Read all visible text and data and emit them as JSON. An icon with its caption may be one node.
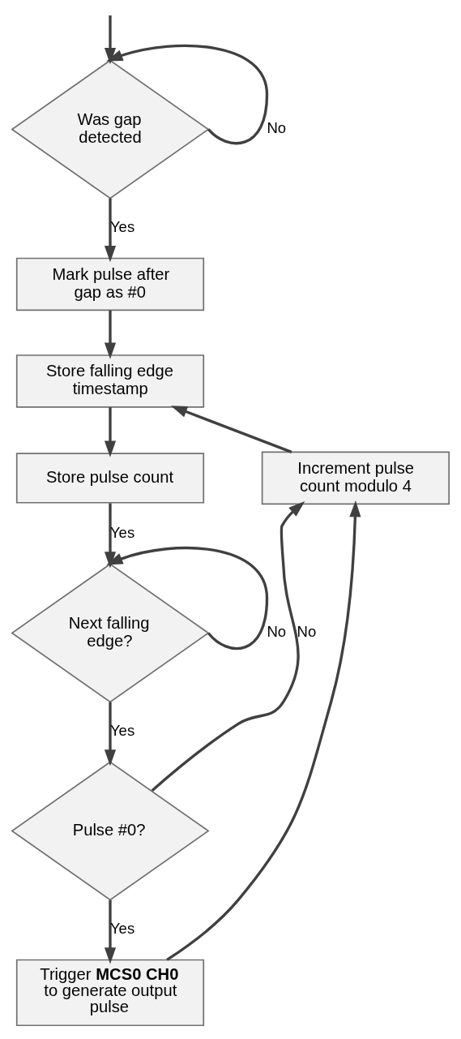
{
  "diagram": {
    "nodes": [
      {
        "text": [
          "Was gap detected"
        ]
      },
      {
        "text": [
          "Mark pulse after gap as #0"
        ]
      },
      {
        "text": [
          "Store falling edge timestamp"
        ]
      },
      {
        "text": [
          "Store pulse count"
        ]
      },
      {
        "text": [
          "Next falling edge?"
        ]
      },
      {
        "text": [
          "Pulse #0?"
        ]
      },
      {
        "text": [
          "Trigger **MCS0 CH0** to generate output pulse"
        ]
      },
      {
        "text": [
          "Increment pulse count modulo 4"
        ]
      }
    ],
    "edges": [
      {
        "from": null,
        "to": 0,
        "arrow": "to"
      },
      {
        "from": 0,
        "to": 0,
        "arrow": "to",
        "label": "No"
      },
      {
        "from": 0,
        "to": 1,
        "arrow": "to",
        "label": "Yes"
      },
      {
        "from": 1,
        "to": 2,
        "arrow": "to"
      },
      {
        "from": 2,
        "to": 3,
        "arrow": "to"
      },
      {
        "from": 3,
        "to": 4,
        "arrow": "to",
        "label": "Yes"
      },
      {
        "from": 4,
        "to": 4,
        "arrow": "to",
        "label": "No"
      },
      {
        "from": 4,
        "to": 5,
        "arrow": "to",
        "label": "Yes"
      },
      {
        "from": 5,
        "to": 7,
        "arrow": "to",
        "label": "No"
      },
      {
        "from": 5,
        "to": 6,
        "arrow": "to",
        "label": "Yes"
      },
      {
        "from": 6,
        "to": 7,
        "arrow": "to"
      },
      {
        "from": 7,
        "to": 2,
        "arrow": "to"
      }
    ]
  }
}
